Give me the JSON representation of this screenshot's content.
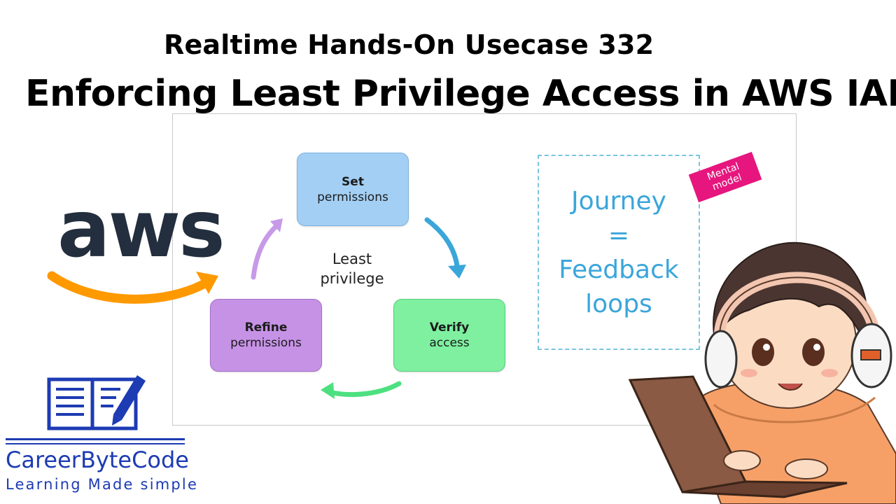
{
  "header": {
    "subtitle": "Realtime  Hands-On Usecase 332",
    "title": "Enforcing Least Privilege Access in AWS IAM"
  },
  "diagram": {
    "center_label_line1": "Least",
    "center_label_line2": "privilege",
    "steps": [
      {
        "bold": "Set",
        "text": "permissions",
        "color": "#a3cff4"
      },
      {
        "bold": "Verify",
        "text": "access",
        "color": "#7ef0a0"
      },
      {
        "bold": "Refine",
        "text": "permissions",
        "color": "#c692e6"
      }
    ],
    "arrow_colors": {
      "to_verify": "#3aa6da",
      "to_refine": "#4de080",
      "to_set": "#c79ae8"
    }
  },
  "journey": {
    "line1": "Journey",
    "line2": "=",
    "line3": "Feedback",
    "line4": "loops",
    "color": "#3aa6da",
    "tag_line1": "Mental",
    "tag_line2": "model",
    "tag_color": "#e6167e"
  },
  "aws_logo": {
    "text": "aws",
    "text_color": "#232f3e",
    "smile_color": "#ff9900"
  },
  "brand": {
    "name": "CareerByteCode",
    "tagline": "Learning Made simple",
    "color": "#1d3bb3",
    "icon": "open-book-pencil-icon"
  },
  "illustration": {
    "icon": "boy-with-headphones-laptop-icon"
  }
}
